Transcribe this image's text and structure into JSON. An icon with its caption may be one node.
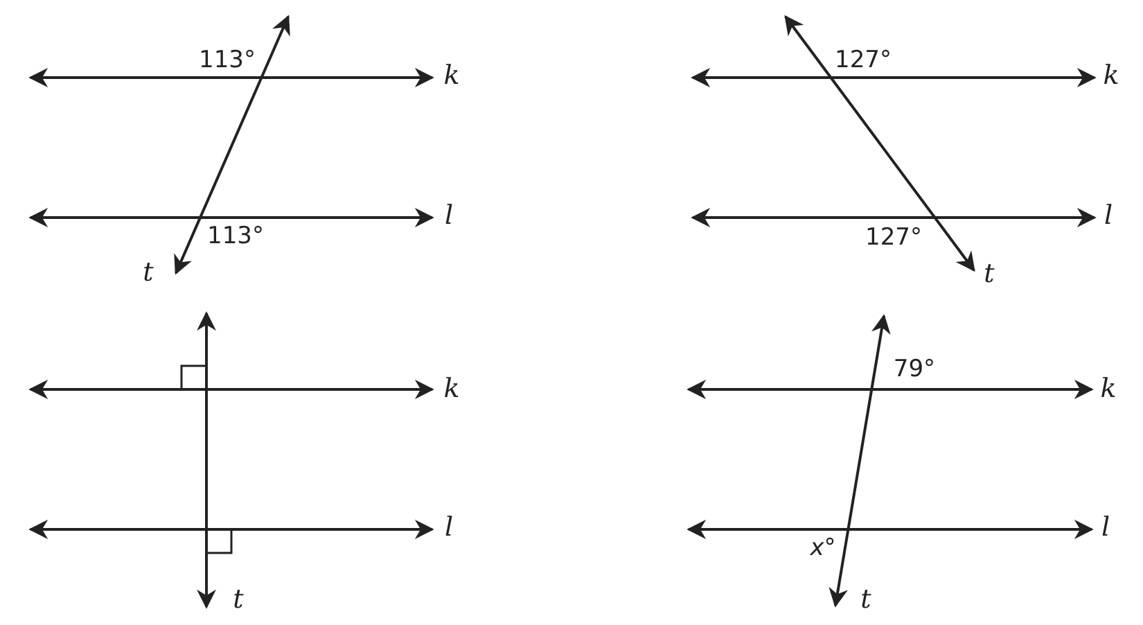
{
  "diagram": {
    "labels": [
      "113°",
      "k",
      "l",
      "113°",
      "t",
      "127°",
      "k",
      "l",
      "127°",
      "t",
      "k",
      "l",
      "t",
      "79°",
      "k",
      "l",
      "*x*°",
      "t"
    ]
  }
}
